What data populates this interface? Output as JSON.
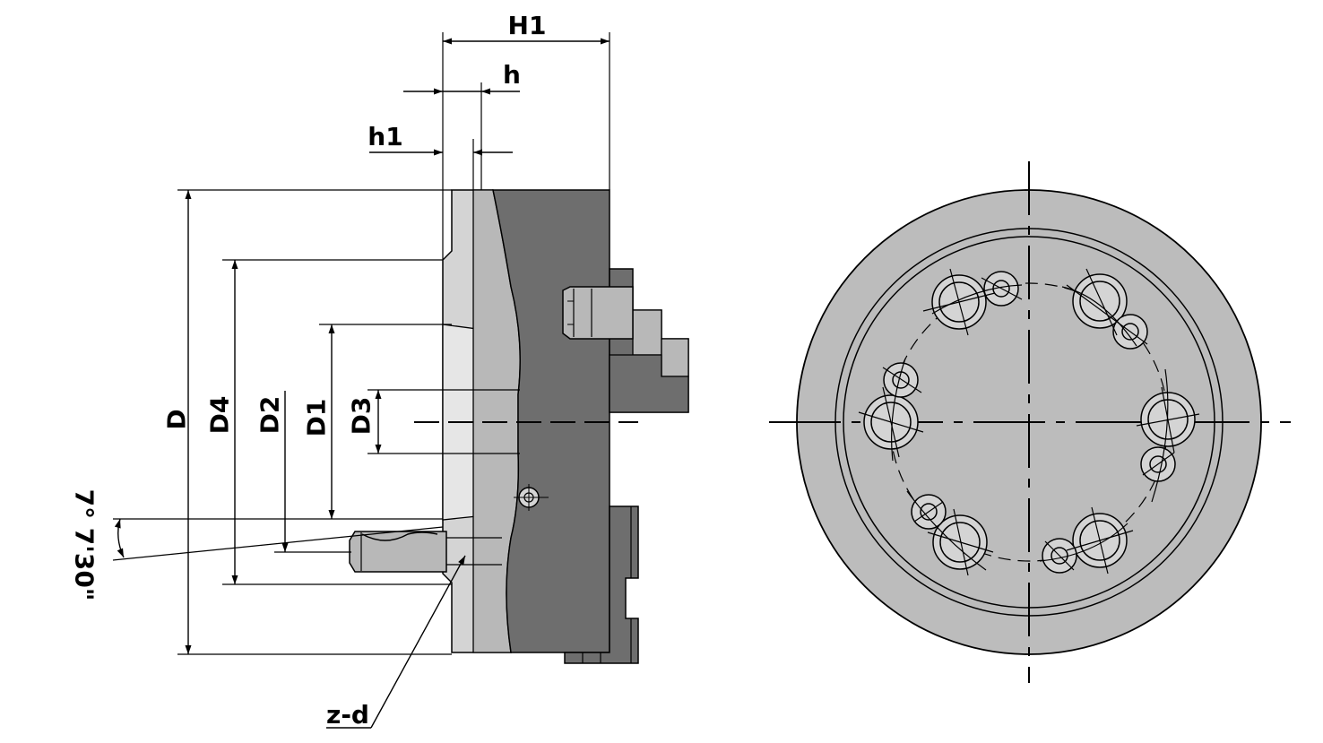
{
  "labels": {
    "H1": "H1",
    "h": "h",
    "h1": "h1",
    "D": "D",
    "D4": "D4",
    "D2": "D2",
    "D1": "D1",
    "D3": "D3",
    "angle": "7° 7'30\"",
    "zd": "z-d"
  },
  "colors": {
    "light": "#d4d4d4",
    "medium": "#b8b8b8",
    "dark": "#6e6e6e",
    "disc": "#bcbcbc",
    "line": "#000000"
  }
}
